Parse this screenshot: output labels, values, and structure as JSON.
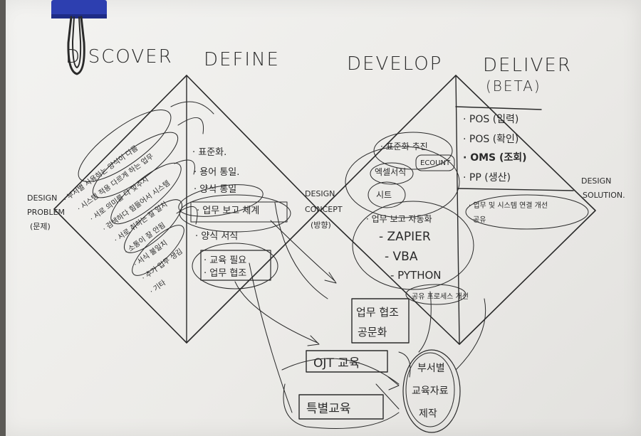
{
  "phases": {
    "discover": "DISCOVER",
    "define": "DEFINE",
    "develop": "DEVELOP",
    "deliver": "DELIVER",
    "deliver_sub": "(BETA)"
  },
  "side_labels": {
    "design_problem": [
      "DESIGN",
      "PROBLEM",
      "(문제)"
    ],
    "design_concept": [
      "DESIGN",
      "CONCEPT",
      "(방향)"
    ],
    "design_solution": [
      "DESIGN",
      "SOLUTION."
    ]
  },
  "discover_items": [
    "· 부서별 사용하는 양식이 다름",
    "· 시스템 적용 다르게 하는 업무",
    "· 서로 의미를 다 맞추지",
    "· 검색하다 힘들어서 시스템",
    "· 서로 취하는 질 일치",
    "· 소통이 잘 안됨",
    "· 서식 불일치",
    "· 추가 업무 생김",
    "· 기타"
  ],
  "define_items": [
    "· 표준화.",
    "· 용어 통일.",
    "· 양식 통일",
    "· 업무 보고 체계",
    "· 양식 서식"
  ],
  "define_boxed": [
    "· 교육 필요",
    "· 업무 협조"
  ],
  "develop_items": {
    "standardize": "· 표준화 추진",
    "excel": "엑셀서식",
    "ecount": "ECOUNT",
    "sheet": "시트",
    "automation": "· 업무 보고 자동화",
    "tools": [
      "- ZAPIER",
      "- VBA",
      "- PYTHON"
    ],
    "process": "공유 프로세스 개선"
  },
  "deliver_items": [
    "· POS (입력)",
    "· POS (확인)",
    "· OMS (조회)",
    "· PP (생산)"
  ],
  "deliver_share": [
    "· 업무 및 시스템 연결 개선",
    "공유"
  ],
  "bottom_boxes": {
    "collab": [
      "업무 협조",
      "공문화"
    ],
    "ojt": "OJT 교육",
    "special": "특별교육",
    "manual": [
      "부서별",
      "교육자료",
      "제작"
    ]
  }
}
